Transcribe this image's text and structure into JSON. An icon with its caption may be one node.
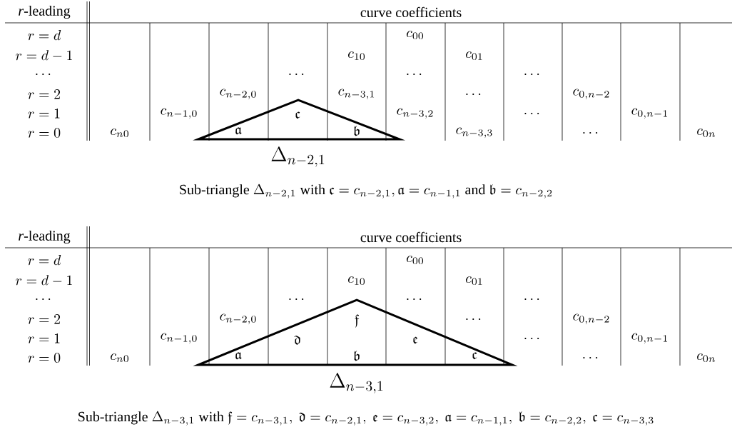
{
  "diagram": {
    "nodes": [
      {
        "text": [
          "\\mathfrak{c}",
          "\\mathfrak{a}",
          "\\mathfrak{b}",
          "\\Delta_{n-2,1}"
        ]
      },
      {
        "text": [
          "\\mathfrak{f}",
          "\\mathfrak{d}",
          "\\mathfrak{e}",
          "\\mathfrak{a}",
          "\\mathfrak{b}",
          "\\mathfrak{c}",
          "\\Delta_{n-3,1}"
        ]
      }
    ],
    "labels": [
      "*r*-leading",
      "curve coefficients",
      "r = d",
      "c_{00}",
      "r = d - 1",
      "c_{10}",
      "c_{01}",
      "\\dots",
      "\\dots",
      "\\dots",
      "\\dots",
      "r = 2",
      "c_{n-2,0}",
      "c_{n-3,1}",
      "\\dots",
      "c_{0,n-2}",
      "r = 1",
      "c_{n-1,0}",
      "c_{n-3,2}",
      "\\dots",
      "c_{0,n-1}",
      "r = 0",
      "c_{n0}",
      "c_{n-3,3}",
      "\\dots",
      "c_{0n}",
      "\\text{Sub-triangle } \\Delta_{n-2,1} \\text{ with } \\mathfrak{c} = c_{n-2,1}, \\mathfrak{a} = c_{n-1,1} \\text{ and } \\mathfrak{b} = c_{n-2,2}",
      "*r*-leading",
      "curve coefficients",
      "r = d",
      "c_{00}",
      "r = d - 1",
      "c_{10}",
      "c_{01}",
      "\\dots",
      "\\dots",
      "\\dots",
      "\\dots",
      "r = 2",
      "c_{n-2,0}",
      "\\dots",
      "c_{0,n-2}",
      "r = 1",
      "c_{n-1,0}",
      "\\dots",
      "c_{0,n-1}",
      "r = 0",
      "c_{n0}",
      "\\dots",
      "c_{0n}",
      "\\text{Sub-triangle } \\Delta_{n-3,1} \\text{ with } \\mathfrak{f} = c_{n-3,1},\\ \\mathfrak{d} = c_{n-2,1},\\ \\mathfrak{e} = c_{n-3,2},\\ \\mathfrak{a} = c_{n-1,1},\\ \\mathfrak{b} = c_{n-2,2},\\ \\mathfrak{c} = c_{n-3,3}"
    ]
  }
}
